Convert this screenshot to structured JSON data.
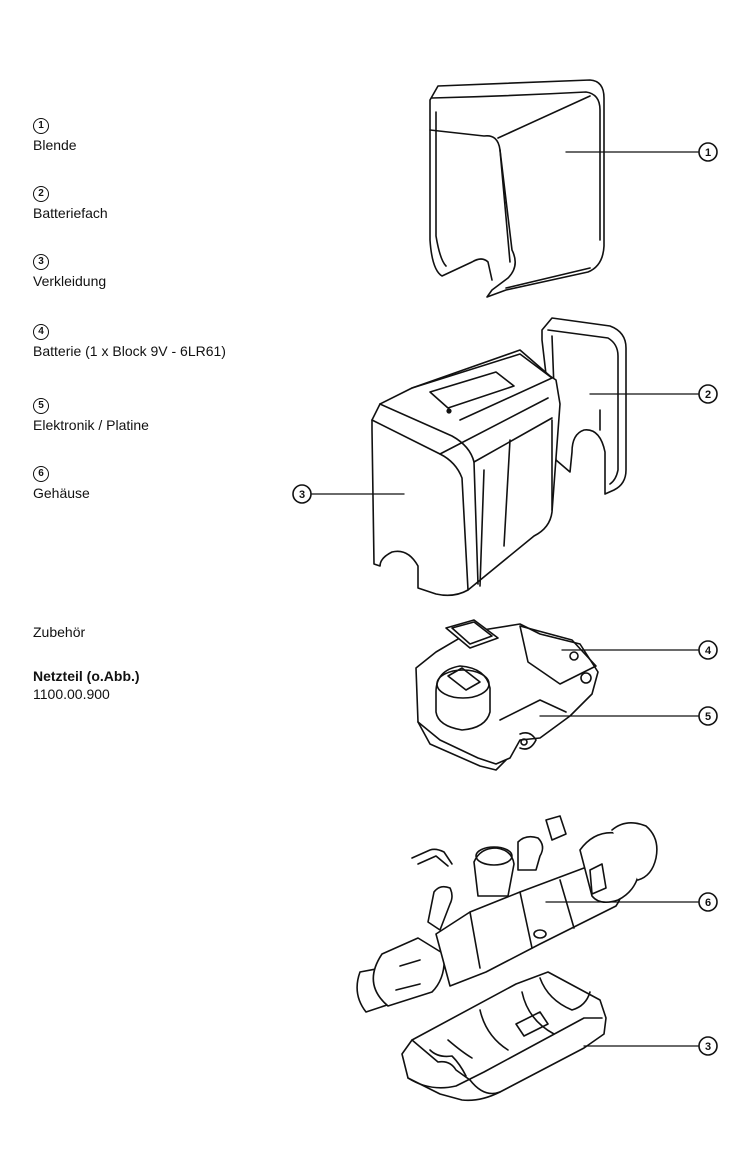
{
  "legend": [
    {
      "num": "1",
      "label": "Blende"
    },
    {
      "num": "2",
      "label": "Batteriefach"
    },
    {
      "num": "3",
      "label": "Verkleidung"
    },
    {
      "num": "4",
      "label": "Batterie (1 x Block 9V - 6LR61)"
    },
    {
      "num": "5",
      "label": "Elektronik / Platine"
    },
    {
      "num": "6",
      "label": "Gehäuse"
    }
  ],
  "accessories": {
    "heading": "Zubehör",
    "item_name": "Netzteil (o.Abb.)",
    "item_number": "1100.00.900"
  },
  "callouts": {
    "c1": "1",
    "c2": "2",
    "c3a": "3",
    "c4": "4",
    "c5": "5",
    "c6": "6",
    "c3b": "3"
  }
}
